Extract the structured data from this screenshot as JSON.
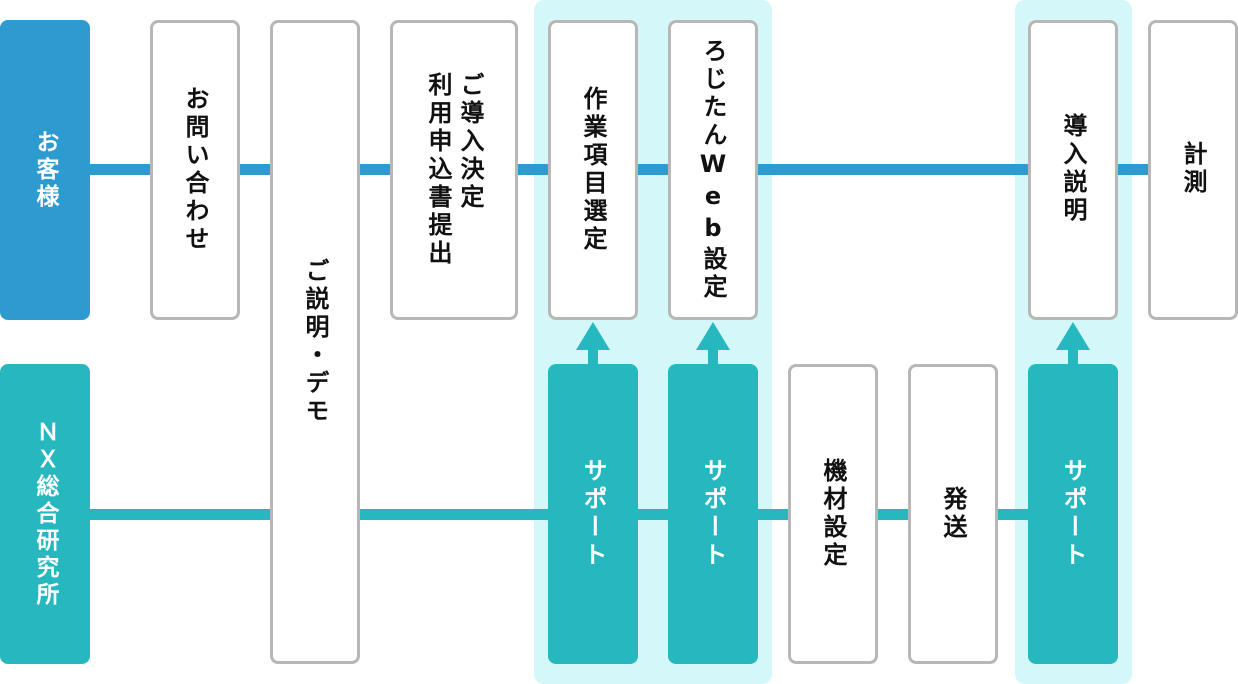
{
  "actors": {
    "customer": "お客様",
    "nx": "ＮＸ総合研究所"
  },
  "steps": {
    "inquiry": "お問い合わせ",
    "explanation_demo": "ご説明・デモ",
    "decision_application": "ご導入決定\n利用申込書提出",
    "task_selection": "作業項目選定",
    "web_setup": "ろじたんWeb設定",
    "intro_explanation": "導入説明",
    "measurement": "計測",
    "support_1": "サポート",
    "support_2": "サポート",
    "device_setup": "機材設定",
    "shipping": "発送",
    "support_3": "サポート"
  },
  "colors": {
    "customer_lane": "#2e9bd0",
    "nx_lane": "#27b7bf",
    "highlight": "#d4f7f9",
    "box_border": "#b7b7b7"
  }
}
